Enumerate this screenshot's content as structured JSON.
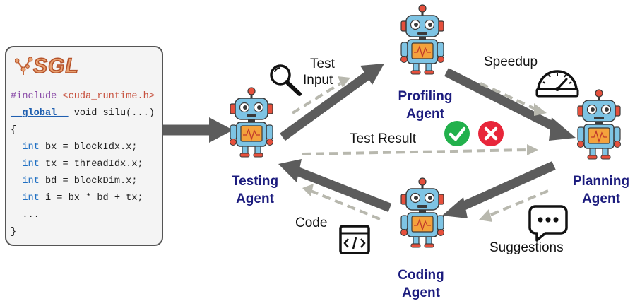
{
  "code_panel": {
    "logo_text": "SGL",
    "lines": [
      {
        "parts": [
          {
            "t": "#include ",
            "c": "kw-inc"
          },
          {
            "t": "<cuda_runtime.h>",
            "c": "kw-hdr"
          }
        ]
      },
      {
        "parts": [
          {
            "t": "__global__",
            "c": "kw-glob"
          },
          {
            "t": " void silu(...)",
            "c": ""
          }
        ]
      },
      {
        "parts": [
          {
            "t": "{",
            "c": ""
          }
        ]
      },
      {
        "parts": [
          {
            "t": "  ",
            "c": ""
          },
          {
            "t": "int",
            "c": "kw-int"
          },
          {
            "t": " bx = blockIdx.x;",
            "c": ""
          }
        ]
      },
      {
        "parts": [
          {
            "t": "  ",
            "c": ""
          },
          {
            "t": "int",
            "c": "kw-int"
          },
          {
            "t": " tx = threadIdx.x;",
            "c": ""
          }
        ]
      },
      {
        "parts": [
          {
            "t": "  ",
            "c": ""
          },
          {
            "t": "int",
            "c": "kw-int"
          },
          {
            "t": " bd = blockDim.x;",
            "c": ""
          }
        ]
      },
      {
        "parts": [
          {
            "t": "  ",
            "c": ""
          },
          {
            "t": "int",
            "c": "kw-int"
          },
          {
            "t": " i = bx * bd + tx;",
            "c": ""
          }
        ]
      },
      {
        "parts": [
          {
            "t": "  ...",
            "c": ""
          }
        ]
      },
      {
        "parts": [
          {
            "t": "}",
            "c": ""
          }
        ]
      }
    ]
  },
  "agents": {
    "testing": {
      "line1": "Testing",
      "line2": "Agent"
    },
    "profiling": {
      "line1": "Profiling",
      "line2": "Agent"
    },
    "planning": {
      "line1": "Planning",
      "line2": "Agent"
    },
    "coding": {
      "line1": "Coding",
      "line2": "Agent"
    }
  },
  "edges": {
    "test_input_1": "Test",
    "test_input_2": "Input",
    "speedup": "Speedup",
    "test_result": "Test Result",
    "code": "Code",
    "suggestions": "Suggestions"
  },
  "icons": [
    "magnifier-icon",
    "speedometer-icon",
    "check-icon",
    "cross-icon",
    "code-window-icon",
    "chat-bubble-icon",
    "robot-icon"
  ],
  "colors": {
    "arrow": "#5c5c5c",
    "dashed_arrow": "#b8b8ae",
    "agent_label": "#1c1c7e",
    "robot_body": "#7ec4e4",
    "robot_red": "#e6503c",
    "robot_screen": "#f4a23c",
    "check": "#22b14c",
    "cross": "#e8263a",
    "logo": "#e8a070"
  }
}
